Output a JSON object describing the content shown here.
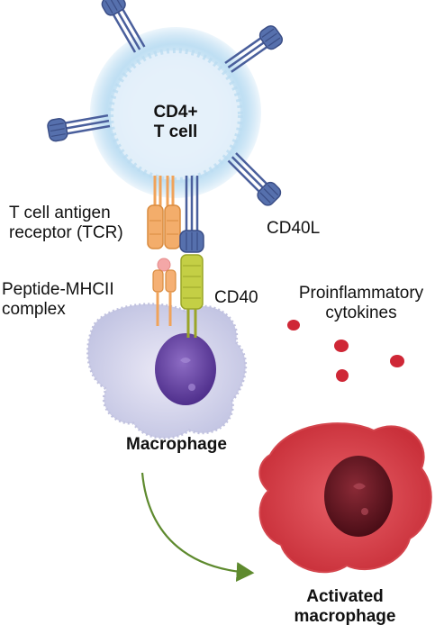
{
  "labels": {
    "tcell_line1": "CD4+",
    "tcell_line2": "T cell",
    "tcr_line1": "T cell antigen",
    "tcr_line2": "receptor (TCR)",
    "cd40l": "CD40L",
    "mhc_line1": "Peptide-MHCII",
    "mhc_line2": "complex",
    "cd40": "CD40",
    "cytokines_line1": "Proinflammatory",
    "cytokines_line2": "cytokines",
    "macrophage": "Macrophage",
    "activated_line1": "Activated",
    "activated_line2": "macrophage"
  },
  "colors": {
    "tcell_glow": "#a9d3ef",
    "tcell_body": "#dcecf8",
    "receptor_blue": "#4a5f9c",
    "tcr_orange": "#f0a35a",
    "mhc_orange": "#f5b074",
    "peptide_pink": "#f4a7a7",
    "cd40_green": "#b9c53a",
    "macrophage_body": "#d8d9ee",
    "macrophage_nucleus": "#6b4aa6",
    "activated_body": "#e0434b",
    "activated_nucleus": "#6b1420",
    "cytokine_red": "#cf2736",
    "arrow_green": "#5e8a2e"
  }
}
